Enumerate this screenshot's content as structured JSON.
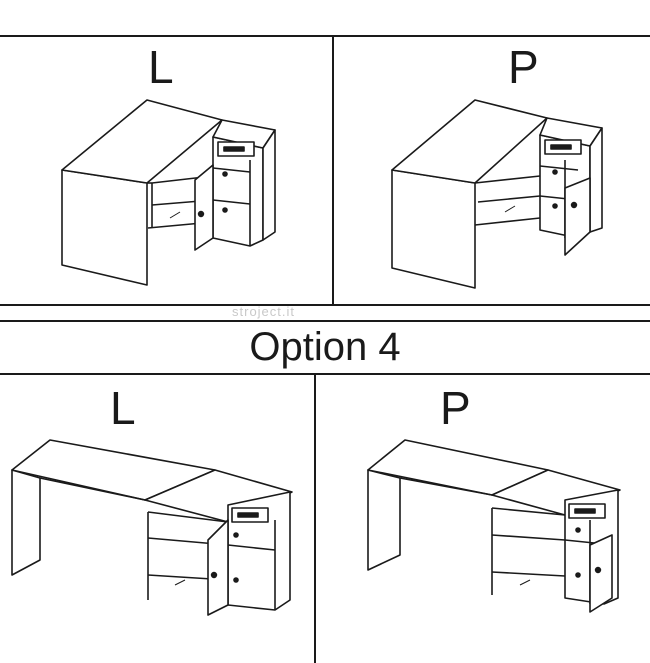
{
  "panels": {
    "top_left": {
      "label": "L"
    },
    "top_right": {
      "label": "P"
    },
    "bottom_left": {
      "label": "L"
    },
    "bottom_right": {
      "label": "P"
    }
  },
  "banner": {
    "title": "Option 4"
  },
  "watermark": {
    "text": "stroject.it"
  }
}
